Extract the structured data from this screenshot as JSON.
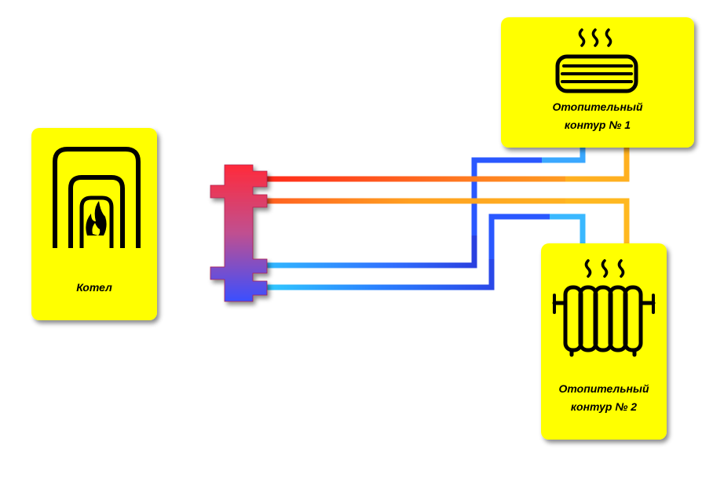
{
  "boiler": {
    "label": "Котел",
    "icon": "boiler-flame-icon"
  },
  "circuit1": {
    "line1": "Отопительный",
    "line2": "контур № 1",
    "icon": "floor-heating-icon"
  },
  "circuit2": {
    "line1": "Отопительный",
    "line2": "контур № 2",
    "icon": "radiator-icon"
  },
  "colors": {
    "panel": "#ffff00",
    "hot": "#ff2a1a",
    "warm": "#ffb020",
    "cold": "#2a5cff",
    "cool": "#30c8ff"
  }
}
